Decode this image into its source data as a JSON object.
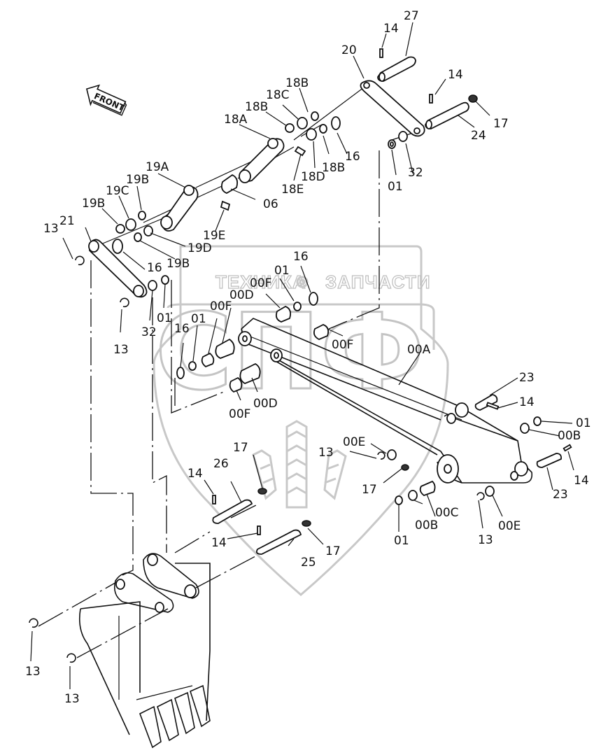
{
  "diagram": {
    "title": "Excavator arm / bucket linkage parts diagram",
    "direction_indicator": "FRONT",
    "watermark": {
      "text_left": "ТЕХНИКА",
      "text_right": "ЗАПЧАСТИ",
      "logo_letters": "СПФ"
    },
    "callouts": [
      {
        "id": "27"
      },
      {
        "id": "14a",
        "text": "14"
      },
      {
        "id": "20"
      },
      {
        "id": "14b",
        "text": "14"
      },
      {
        "id": "17a",
        "text": "17"
      },
      {
        "id": "24"
      },
      {
        "id": "18B-1",
        "text": "18B"
      },
      {
        "id": "18C"
      },
      {
        "id": "18B-2",
        "text": "18B"
      },
      {
        "id": "18A"
      },
      {
        "id": "16a",
        "text": "16"
      },
      {
        "id": "18B-3",
        "text": "18B"
      },
      {
        "id": "18D"
      },
      {
        "id": "18E"
      },
      {
        "id": "32a",
        "text": "32"
      },
      {
        "id": "01a",
        "text": "01"
      },
      {
        "id": "19A"
      },
      {
        "id": "19B-1",
        "text": "19B"
      },
      {
        "id": "19C"
      },
      {
        "id": "19B-2",
        "text": "19B"
      },
      {
        "id": "06"
      },
      {
        "id": "19E"
      },
      {
        "id": "19D"
      },
      {
        "id": "19B-3",
        "text": "19B"
      },
      {
        "id": "21"
      },
      {
        "id": "13a",
        "text": "13"
      },
      {
        "id": "16b",
        "text": "16"
      },
      {
        "id": "01b",
        "text": "01"
      },
      {
        "id": "32b",
        "text": "32"
      },
      {
        "id": "13b",
        "text": "13"
      },
      {
        "id": "16c",
        "text": "16"
      },
      {
        "id": "01c",
        "text": "01"
      },
      {
        "id": "00F-1",
        "text": "00F"
      },
      {
        "id": "00D-1",
        "text": "00D"
      },
      {
        "id": "00F-2",
        "text": "00F"
      },
      {
        "id": "16d",
        "text": "16"
      },
      {
        "id": "01d",
        "text": "01"
      },
      {
        "id": "00F-3",
        "text": "00F"
      },
      {
        "id": "00A"
      },
      {
        "id": "00D-2",
        "text": "00D"
      },
      {
        "id": "00F-4",
        "text": "00F"
      },
      {
        "id": "23a",
        "text": "23"
      },
      {
        "id": "14c",
        "text": "14"
      },
      {
        "id": "01e",
        "text": "01"
      },
      {
        "id": "00B-1",
        "text": "00B"
      },
      {
        "id": "00E-1",
        "text": "00E"
      },
      {
        "id": "13c",
        "text": "13"
      },
      {
        "id": "17b",
        "text": "17"
      },
      {
        "id": "14d",
        "text": "14"
      },
      {
        "id": "23b",
        "text": "23"
      },
      {
        "id": "01f",
        "text": "01"
      },
      {
        "id": "00B-2",
        "text": "00B"
      },
      {
        "id": "00C"
      },
      {
        "id": "13d",
        "text": "13"
      },
      {
        "id": "00E-2",
        "text": "00E"
      },
      {
        "id": "14e",
        "text": "14"
      },
      {
        "id": "26"
      },
      {
        "id": "17c",
        "text": "17"
      },
      {
        "id": "14f",
        "text": "14"
      },
      {
        "id": "25"
      },
      {
        "id": "17d",
        "text": "17"
      },
      {
        "id": "13e",
        "text": "13"
      },
      {
        "id": "13f",
        "text": "13"
      }
    ],
    "labels": {
      "27": "27",
      "14a": "14",
      "20": "20",
      "14b": "14",
      "17a": "17",
      "24": "24",
      "18B1": "18B",
      "18C": "18C",
      "18B2": "18B",
      "18A": "18A",
      "16a": "16",
      "18B3": "18B",
      "18D": "18D",
      "18E": "18E",
      "32a": "32",
      "01a": "01",
      "19A": "19A",
      "19B1": "19B",
      "19C": "19C",
      "19B2": "19B",
      "06": "06",
      "19E": "19E",
      "19D": "19D",
      "19B3": "19B",
      "21": "21",
      "13a": "13",
      "16b": "16",
      "01b": "01",
      "32b": "32",
      "13b": "13",
      "16c": "16",
      "01c": "01",
      "00F1": "00F",
      "00D1": "00D",
      "00F2": "00F",
      "16d": "16",
      "01d": "01",
      "00F3": "00F",
      "00A": "00A",
      "00D2": "00D",
      "00F4": "00F",
      "23a": "23",
      "14c": "14",
      "01e": "01",
      "00B1": "00B",
      "00E1": "00E",
      "13c": "13",
      "17b": "17",
      "14d": "14",
      "23b": "23",
      "01f": "01",
      "00B2": "00B",
      "00C": "00C",
      "13d": "13",
      "00E2": "00E",
      "14e": "14",
      "26": "26",
      "17c": "17",
      "14f": "14",
      "25": "25",
      "17d": "17",
      "13e": "13",
      "13f": "13"
    }
  }
}
